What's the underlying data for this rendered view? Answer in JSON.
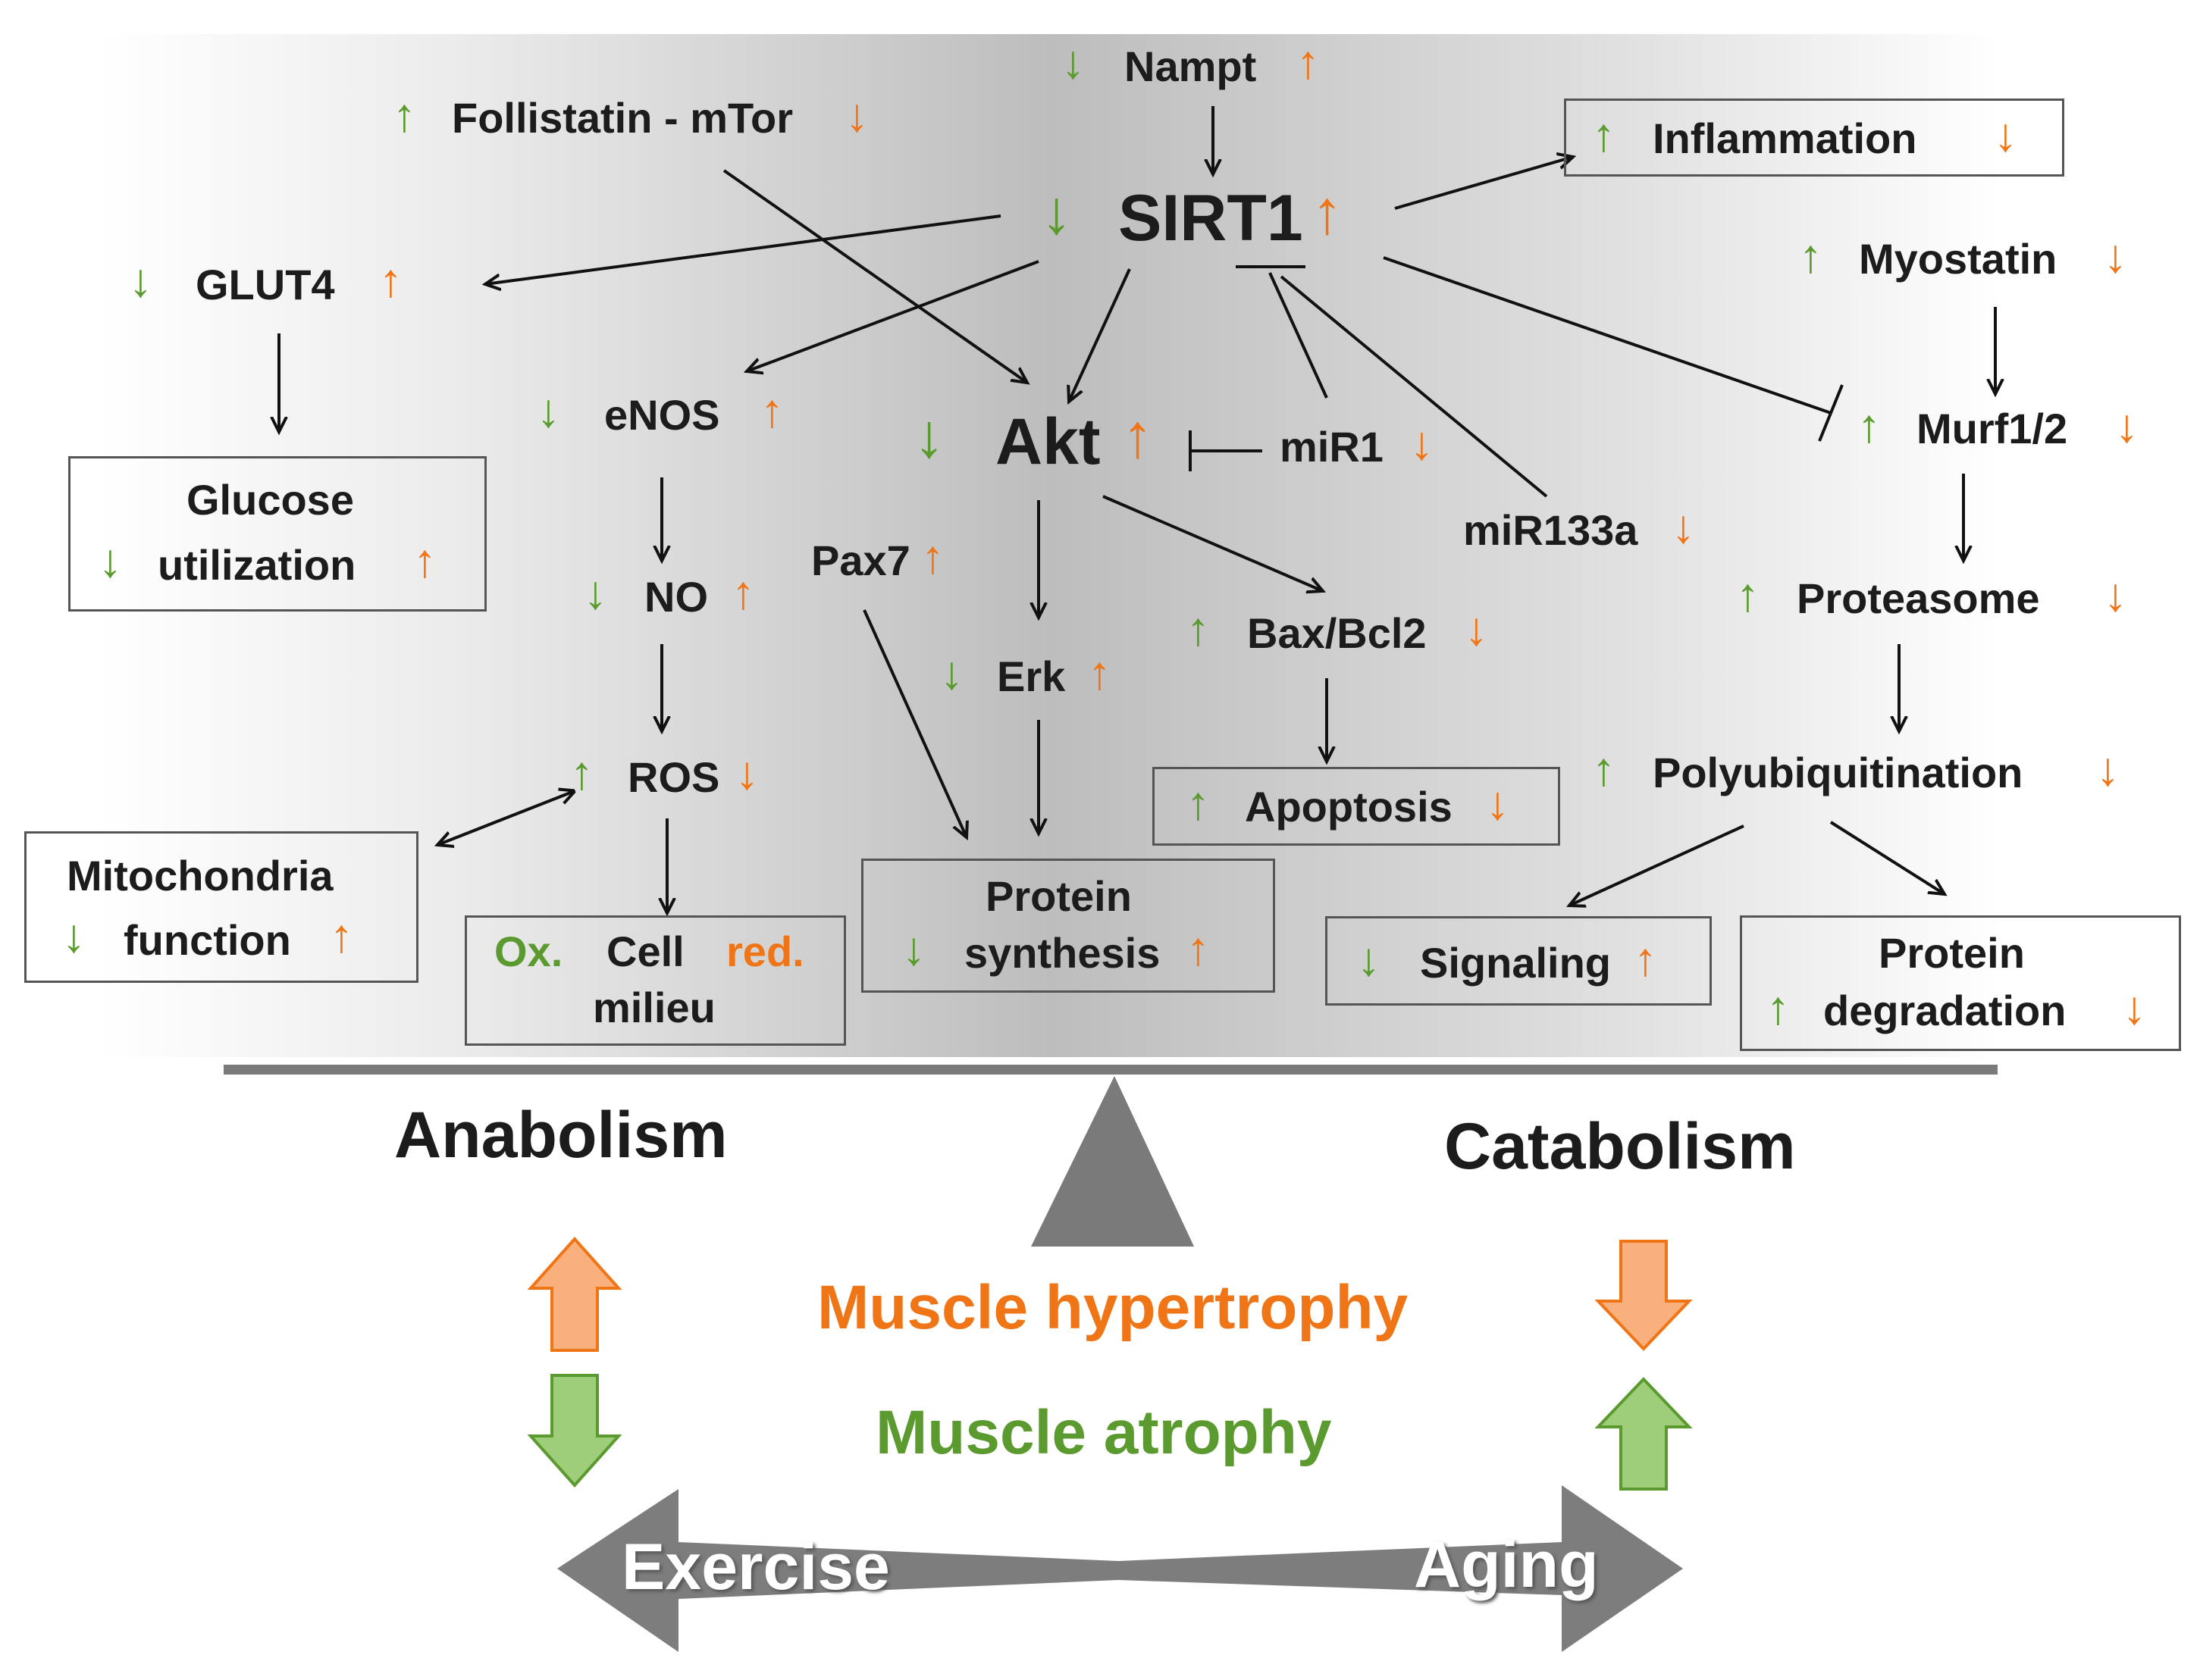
{
  "diagram": {
    "up_arrow": "↑",
    "down_arrow": "↓",
    "nodes": {
      "nampt": "Nampt",
      "follistatin_mtor": "Follistatin - mTor",
      "sirt1": "SIRT1",
      "inflammation": "Inflammation",
      "glut4": "GLUT4",
      "myostatin": "Myostatin",
      "enos": "eNOS",
      "akt": "Akt",
      "mir1": "miR1",
      "murf": "Murf1/2",
      "glucose_1": "Glucose",
      "glucose_2": "utilization",
      "mir133a": "miR133a",
      "no": "NO",
      "pax7": "Pax7",
      "proteasome": "Proteasome",
      "bax_bcl2": "Bax/Bcl2",
      "erk": "Erk",
      "ros": "ROS",
      "polyubiquitination": "Polyubiquitination",
      "apoptosis": "Apoptosis",
      "mito_1": "Mitochondria",
      "mito_2": "function",
      "cell_ox": "Ox.",
      "cell_1": "Cell",
      "cell_red": "red.",
      "cell_2": "milieu",
      "protsyn_1": "Protein",
      "protsyn_2": "synthesis",
      "signaling": "Signaling",
      "protdeg_1": "Protein",
      "protdeg_2": "degradation"
    },
    "balance": {
      "anabolism": "Anabolism",
      "catabolism": "Catabolism",
      "muscle_hypertrophy": "Muscle hypertrophy",
      "muscle_atrophy": "Muscle atrophy",
      "exercise": "Exercise",
      "aging": "Aging"
    },
    "colors": {
      "green": "#5a9a2e",
      "orange": "#f07516",
      "dark_gray": "#7a7a7a"
    }
  }
}
